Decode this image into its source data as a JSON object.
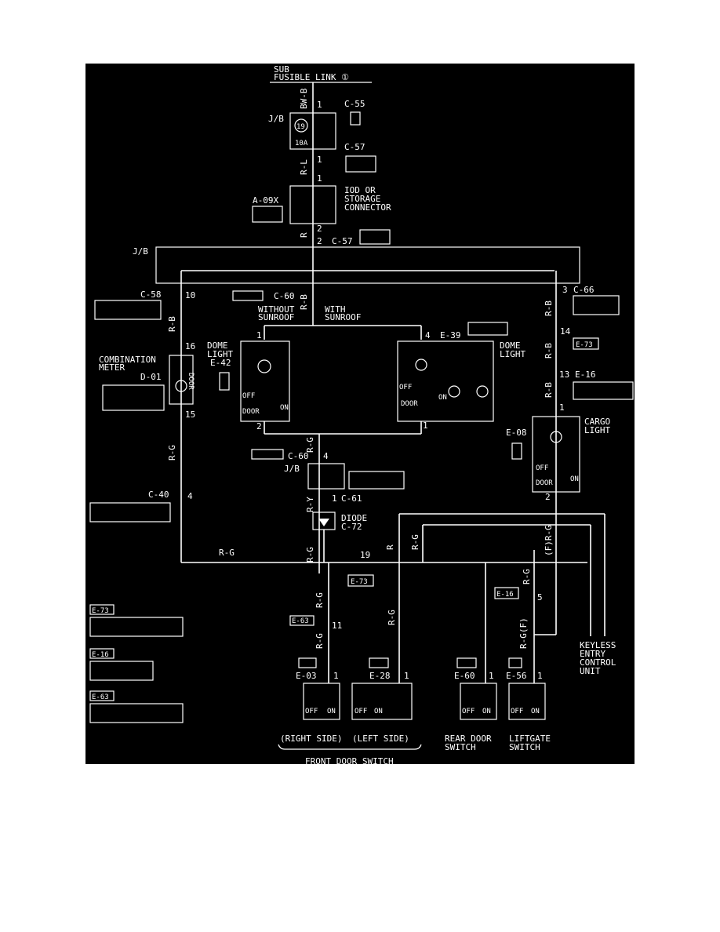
{
  "colors": {
    "background": "#000000",
    "foreground": "#ffffff",
    "page": "#ffffff"
  },
  "title": {
    "line1": "SUB",
    "line2": "FUSIBLE LINK ①"
  },
  "components": {
    "jb_top": "J/B",
    "fuse_num": "19",
    "fuse_rating": "10A",
    "iod_line1": "IOD OR",
    "iod_line2": "STORAGE",
    "iod_line3": "CONNECTOR",
    "a09x": "A-09X",
    "jb_mid": "J/B",
    "without_sunroof_1": "WITHOUT",
    "without_sunroof_2": "SUNROOF",
    "with_sunroof_1": "WITH",
    "with_sunroof_2": "SUNROOF",
    "dome_light_left_1": "DOME",
    "dome_light_left_2": "LIGHT",
    "dome_light_left_3": "E-42",
    "dome_light_right_1": "DOME",
    "dome_light_right_2": "LIGHT",
    "combination_1": "COMBINATION",
    "combination_2": "METER",
    "combination_3": "D-01",
    "door_vertical": "DOOR",
    "cargo_1": "CARGO",
    "cargo_2": "LIGHT",
    "jb_lower": "J/B",
    "diode_1": "DIODE",
    "diode_2": "C-72",
    "keyless_1": "KEYLESS",
    "keyless_2": "ENTRY",
    "keyless_3": "CONTROL",
    "keyless_4": "UNIT",
    "right_side": "(RIGHT SIDE)",
    "left_side": "(LEFT SIDE)",
    "front_door_switch": "FRONT DOOR SWITCH",
    "rear_door_1": "REAR DOOR",
    "rear_door_2": "SWITCH",
    "liftgate_1": "LIFTGATE",
    "liftgate_2": "SWITCH"
  },
  "connectors": {
    "c55": "C-55",
    "c57a": "C-57",
    "c57b": "C-57",
    "c58": "C-58",
    "c60a": "C-60",
    "c60b": "C-60",
    "c66": "C-66",
    "e39": "E-39",
    "e73a": "E-73",
    "e16a": "E-16",
    "e08": "E-08",
    "c61": "C-61",
    "c40": "C-40",
    "e73b": "E-73",
    "e16b": "E-16",
    "e63a": "E-63",
    "e73c": "E-73",
    "e16c": "E-16",
    "e63b": "E-63",
    "e03": "E-03",
    "e28": "E-28",
    "e60": "E-60",
    "e56": "E-56"
  },
  "wires": {
    "bw_b": "BW-B",
    "r_l": "R-L",
    "r": "R",
    "r_b_a": "R-B",
    "r_b_b": "R-B",
    "r_b_c": "R-B",
    "r_b_d": "R-B",
    "r_g_a": "R-G",
    "r_g_b": "R-G",
    "r_g_c": "R-G",
    "r_g_d": "R-G",
    "r_g_e": "R-G",
    "r_g_f": "R-G",
    "r_g_g": "R-G",
    "r_g_h": "R-G",
    "r_g_i": "R-G",
    "r_y": "R-Y",
    "r_c": "R",
    "r_g_fp": "(F)R-G",
    "r_g_pf": "R-G(F)"
  },
  "pins": {
    "p1a": "1",
    "p1b": "1",
    "p1c": "1",
    "p2a": "2",
    "p2b": "2",
    "p10": "10",
    "p3": "3",
    "p14": "14",
    "p13": "13",
    "p16": "16",
    "p15": "15",
    "p1d": "1",
    "p4a": "4",
    "p2c": "2",
    "p1e": "1",
    "p1f": "1",
    "p2d": "2",
    "p4b": "4",
    "p1g": "1",
    "p4c": "4",
    "p19": "19",
    "p5": "5",
    "p11": "11",
    "p1h": "1",
    "p1i": "1",
    "p1j": "1",
    "p1k": "1"
  },
  "switch_labels": {
    "off": "OFF",
    "on": "ON",
    "door": "DOOR"
  }
}
